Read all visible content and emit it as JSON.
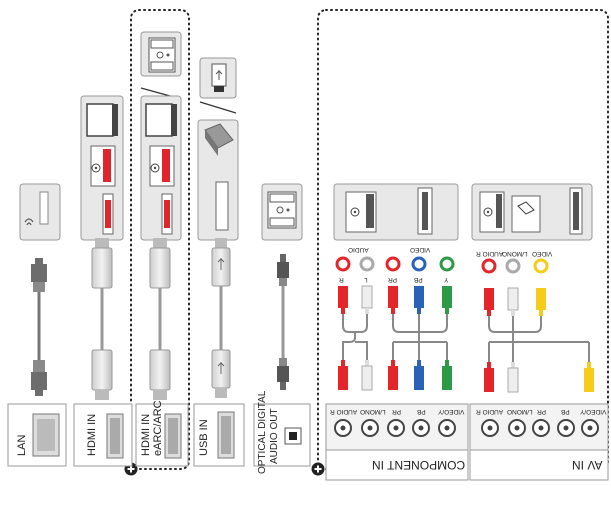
{
  "ports": {
    "lan": "LAN",
    "hdmi_in": "HDMI IN",
    "hdmi_earc_line1": "HDMI IN",
    "hdmi_earc_line2": "eARC/ARC",
    "usb_in": "USB IN",
    "optical_line1": "OPTICAL DIGITAL",
    "optical_line2": "AUDIO OUT",
    "component_in": "COMPONENT IN",
    "av_in": "AV IN"
  },
  "jack_labels": {
    "audio_r": "AUDIO R",
    "l_mono": "L/MONO",
    "pr": "PR",
    "pb": "PB",
    "video_y": "VIDEO/Y",
    "video": "VIDEO"
  },
  "cable_labels": {
    "component_audio_group": "AUDIO",
    "component_video_group": "VIDEO",
    "r": "R",
    "l": "L",
    "pr": "PR",
    "pb": "PB",
    "y": "Y",
    "av_audio_r": "AUDIO R",
    "av_l_mono": "L/MONO",
    "av_video": "VIDEO"
  },
  "colors": {
    "red": "#e4262b",
    "white": "#f0f0f0",
    "blue": "#2a62b8",
    "green": "#2e9a48",
    "yellow": "#f3cd1a",
    "grey": "#a7a7a7",
    "panel": "#e8e8e8",
    "dots": "#222222"
  },
  "icons": [
    "plus-circle-icon",
    "network-cable-icon",
    "hdmi-plug-icon",
    "usb-plug-icon",
    "optical-plug-icon",
    "rca-plug-icon",
    "monitor-icon",
    "dvd-player-icon",
    "usb-drive-icon",
    "hard-drive-icon",
    "audio-receiver-icon",
    "camera-icon"
  ]
}
